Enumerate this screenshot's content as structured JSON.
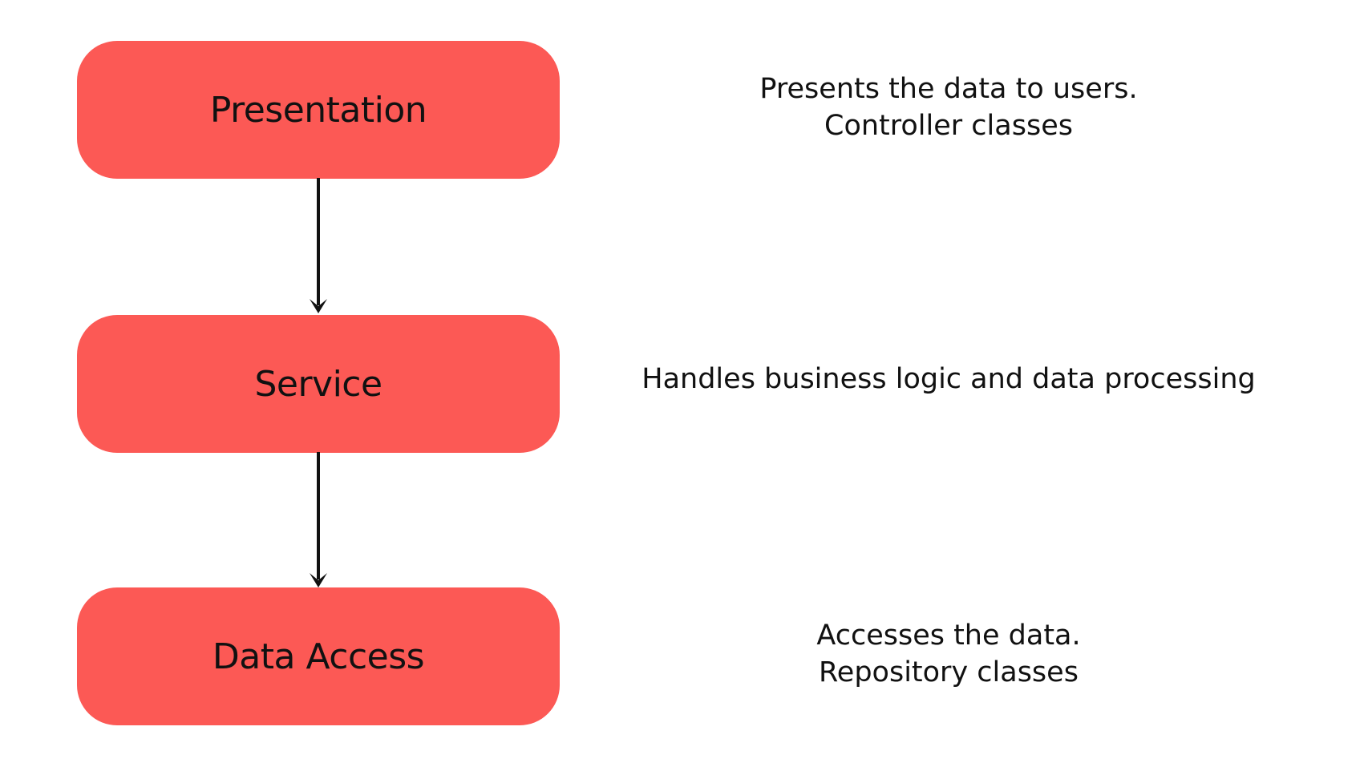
{
  "canvas": {
    "background": "#ffffff",
    "accent_color": "#FC5955",
    "text_color": "#111111",
    "arrow_color": "#111111"
  },
  "layers": [
    {
      "label": "Presentation",
      "description": [
        "Presents the data to users.",
        "Controller classes"
      ]
    },
    {
      "label": "Service",
      "description": [
        "Handles business logic and data processing"
      ]
    },
    {
      "label": "Data Access",
      "description": [
        "Accesses the data.",
        "Repository classes"
      ]
    }
  ]
}
